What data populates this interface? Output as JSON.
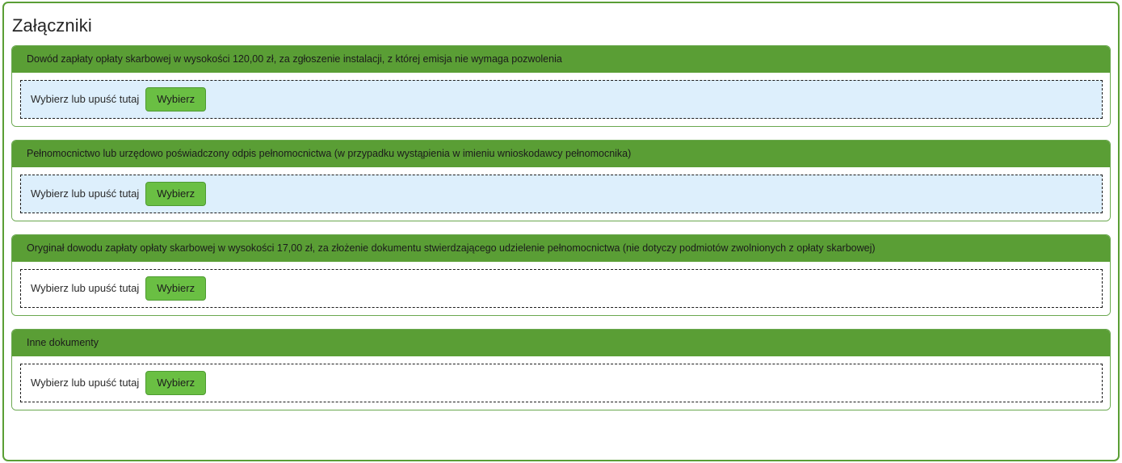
{
  "page": {
    "title": "Załączniki",
    "accent_color": "#5a9e35",
    "button_color": "#6abf43",
    "dropzone_highlight_color": "#ddeffc",
    "border_color": "#6aa84f"
  },
  "dropzone": {
    "label": "Wybierz lub upuść tutaj",
    "button_label": "Wybierz"
  },
  "attachments": [
    {
      "header": "Dowód zapłaty opłaty skarbowej w wysokości 120,00 zł, za zgłoszenie instalacji, z której emisja nie wymaga pozwolenia",
      "dropzone_label": "Wybierz lub upuść tutaj",
      "button_label": "Wybierz",
      "highlighted": true
    },
    {
      "header": "Pełnomocnictwo lub urzędowo poświadczony odpis pełnomocnictwa (w przypadku wystąpienia w imieniu wnioskodawcy pełnomocnika)",
      "dropzone_label": "Wybierz lub upuść tutaj",
      "button_label": "Wybierz",
      "highlighted": true
    },
    {
      "header": "Oryginał dowodu zapłaty opłaty skarbowej w wysokości 17,00 zł, za złożenie dokumentu stwierdzającego udzielenie pełnomocnictwa (nie dotyczy podmiotów zwolnionych z opłaty skarbowej)",
      "dropzone_label": "Wybierz lub upuść tutaj",
      "button_label": "Wybierz",
      "highlighted": false
    },
    {
      "header": "Inne dokumenty",
      "dropzone_label": "Wybierz lub upuść tutaj",
      "button_label": "Wybierz",
      "highlighted": false
    }
  ]
}
